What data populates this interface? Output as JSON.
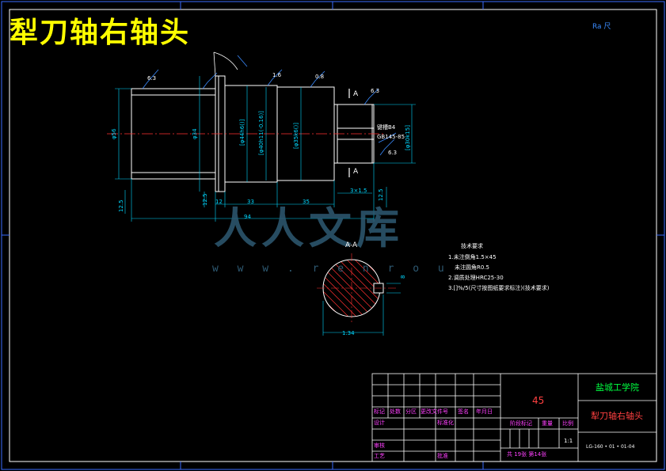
{
  "title": "犁刀轴右轴头",
  "corner_mark": "Ra 尺",
  "watermark": {
    "text": "人人文库",
    "url": "w w w . r e n r o u"
  },
  "dimensions": {
    "d56": "φ56",
    "d34": "φ34",
    "d44": "[φ44h6()]",
    "d40": "[φ40h11(-0.16)]",
    "d35": "[φ35k6()]",
    "d30": "[φ30k15]",
    "len12": "12",
    "len33": "33",
    "len35": "35",
    "len94": "94",
    "len125a": "12.5",
    "len125b": "12.5",
    "len125c": "12.5",
    "undercut": "3×1.5"
  },
  "roughness": {
    "r1": "6.3",
    "r2": "1.6",
    "r3": "0.8",
    "r4": "6.3",
    "r5": "6.3"
  },
  "section_marks": {
    "top": "A",
    "bottom": "A",
    "view": "A-A"
  },
  "key_notes": {
    "n1": "键槽B4",
    "n2": "GB145-85"
  },
  "section_dims": {
    "width": "8",
    "depth": "1.34",
    "bottom": "1.34"
  },
  "requirements": {
    "heading": "技术要求",
    "items": [
      "1.未注倒角1.5×45",
      "未注圆角R0.5",
      "2.调质处理HRC25-30",
      "3.[]%/5(尺寸按图纸要求标注)(技术要求)"
    ]
  },
  "title_block": {
    "material": "45",
    "school": "盐城工学院",
    "part_name": "犁刀轴右轴头",
    "drawing_no": "LG-160 • 01 • 01-04",
    "labels": [
      "标记",
      "处数",
      "分区",
      "更改文件号",
      "签名",
      "年月日"
    ],
    "design": "设计",
    "design_name": "",
    "standard": "标准化",
    "review": "审核",
    "process": "工艺",
    "approve": "批准",
    "stage": "阶段标记",
    "weight": "重量",
    "scale": "比例",
    "scale_val": "1:1",
    "sheets": "共 19张  第14张"
  }
}
